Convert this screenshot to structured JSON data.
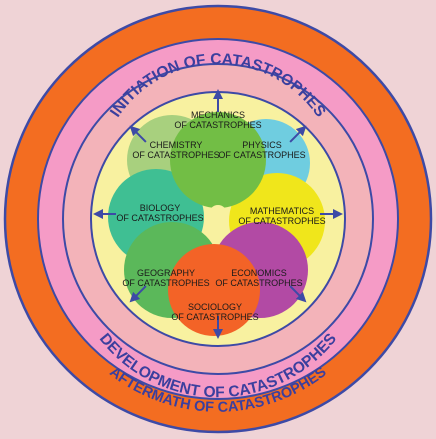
{
  "colors": {
    "background": "#efd3d6",
    "outer_ring": "#f36d21",
    "middle_ring": "#f59bc6",
    "inner_ring": "#f3b3b9",
    "core": "#f8f1a0",
    "stroke": "#3d4aa6",
    "text_ring": "#3b3f9e"
  },
  "rings": {
    "initiation": "INITIATION OF CATASTROPHES",
    "development": "DEVELOPMENT OF CATASTROPHES",
    "aftermath": "AFTERMATH OF CATASTROPHES"
  },
  "petals": [
    {
      "key": "mechanics",
      "line1": "MECHANICS",
      "line2": "OF CATASTROPHES",
      "color": "#72be45"
    },
    {
      "key": "physics",
      "line1": "PHYSICS",
      "line2": "OF CATASTROPHES",
      "color": "#6fcde0"
    },
    {
      "key": "mathematics",
      "line1": "MATHEMATICS",
      "line2": "OF CATASTROPHES",
      "color": "#f0e61b"
    },
    {
      "key": "economics",
      "line1": "ECONOMICS",
      "line2": "OF CATASTROPHES",
      "color": "#b24aa4"
    },
    {
      "key": "sociology",
      "line1": "SOCIOLOGY",
      "line2": "OF CATASTROPHES",
      "color": "#f36327"
    },
    {
      "key": "geography",
      "line1": "GEOGRAPHY",
      "line2": "OF CATASTROPHES",
      "color": "#5bb85a"
    },
    {
      "key": "biology",
      "line1": "BIOLOGY",
      "line2": "OF CATASTROPHES",
      "color": "#3fbf93"
    },
    {
      "key": "chemistry",
      "line1": "CHEMISTRY",
      "line2": "OF CATASTROPHES",
      "color": "#a8d07e"
    }
  ]
}
